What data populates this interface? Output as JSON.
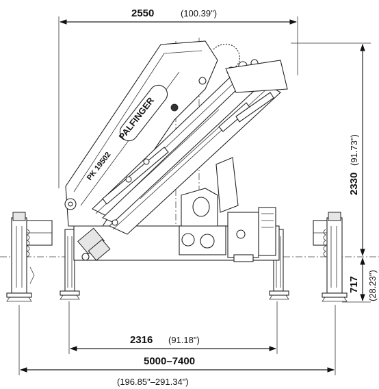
{
  "dimensions": {
    "top_width": {
      "value": "2550",
      "imperial": "(100.39\")"
    },
    "height_above": {
      "value": "2330",
      "imperial": "(91.73\")"
    },
    "depth_below": {
      "value": "717",
      "imperial": "(28.23\")"
    },
    "inner_span": {
      "value": "2316",
      "imperial": "(91.18\")"
    },
    "outrigger_span": {
      "value": "5000–7400",
      "imperial": "(196.85\"–291.34\")"
    }
  },
  "crane": {
    "model_label": "PK 19502",
    "brand_label": "PALFINGER"
  }
}
